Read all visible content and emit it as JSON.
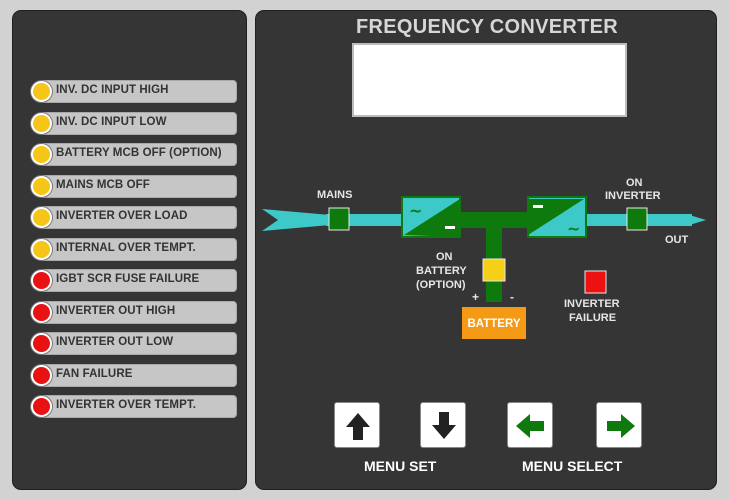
{
  "alarms": [
    {
      "label": "INV. DC INPUT HIGH",
      "color": "#f5c518"
    },
    {
      "label": "INV. DC INPUT LOW",
      "color": "#f5c518"
    },
    {
      "label": "BATTERY MCB OFF (OPTION)",
      "color": "#f5c518"
    },
    {
      "label": "MAINS MCB OFF",
      "color": "#f5c518"
    },
    {
      "label": "INVERTER OVER LOAD",
      "color": "#f5c518"
    },
    {
      "label": "INTERNAL OVER TEMPT.",
      "color": "#f5c518"
    },
    {
      "label": "IGBT SCR FUSE FAILURE",
      "color": "#e81212"
    },
    {
      "label": "INVERTER OUT HIGH",
      "color": "#e81212"
    },
    {
      "label": "INVERTER OUT LOW",
      "color": "#e81212"
    },
    {
      "label": "FAN FAILURE",
      "color": "#e81212"
    },
    {
      "label": "INVERTER OVER TEMPT.",
      "color": "#e81212"
    }
  ],
  "header": {
    "title": "FREQUENCY CONVERTER"
  },
  "diagram": {
    "mains_label": "MAINS",
    "on_inverter_line1": "ON",
    "on_inverter_line2": "INVERTER",
    "out_label": "OUT",
    "on_battery_line1": "ON",
    "on_battery_line2": "BATTERY",
    "on_battery_line3": "(OPTION)",
    "battery_label": "BATTERY",
    "battery_plus": "+",
    "battery_minus": "-",
    "inverter_failure_line1": "INVERTER",
    "inverter_failure_line2": "FAILURE",
    "colors": {
      "flow_line": "#3ec9c9",
      "path_green": "#0e7a0e",
      "converter": "#3ec9c9",
      "battery": "#f59a14",
      "battery_indicator": "#f5d017",
      "failure_indicator": "#ee1111"
    }
  },
  "menu": {
    "set_label": "MENU SET",
    "select_label": "MENU SELECT",
    "buttons": [
      {
        "icon": "arrow-up-icon"
      },
      {
        "icon": "arrow-down-icon"
      },
      {
        "icon": "arrow-left-icon"
      },
      {
        "icon": "arrow-right-icon"
      }
    ]
  }
}
